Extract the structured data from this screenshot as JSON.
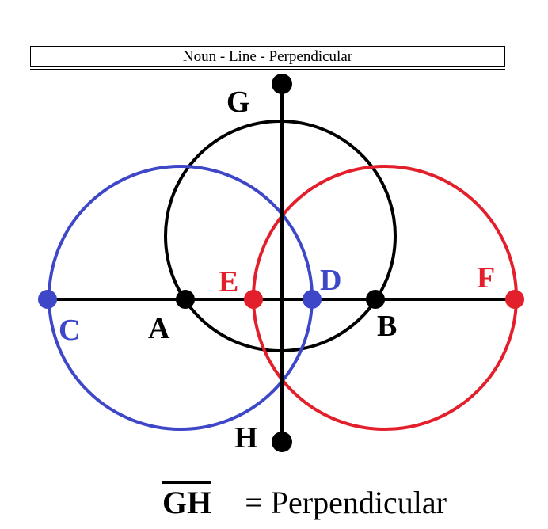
{
  "header": {
    "title": "Noun - Line - Perpendicular"
  },
  "colors": {
    "black": "#000000",
    "blue": "#3e47c8",
    "red": "#e21f2b"
  },
  "points": {
    "A": "A",
    "B": "B",
    "C": "C",
    "D": "D",
    "E": "E",
    "F": "F",
    "G": "G",
    "H": "H"
  },
  "caption": {
    "segment": "GH",
    "text": "= Perpendicular"
  }
}
